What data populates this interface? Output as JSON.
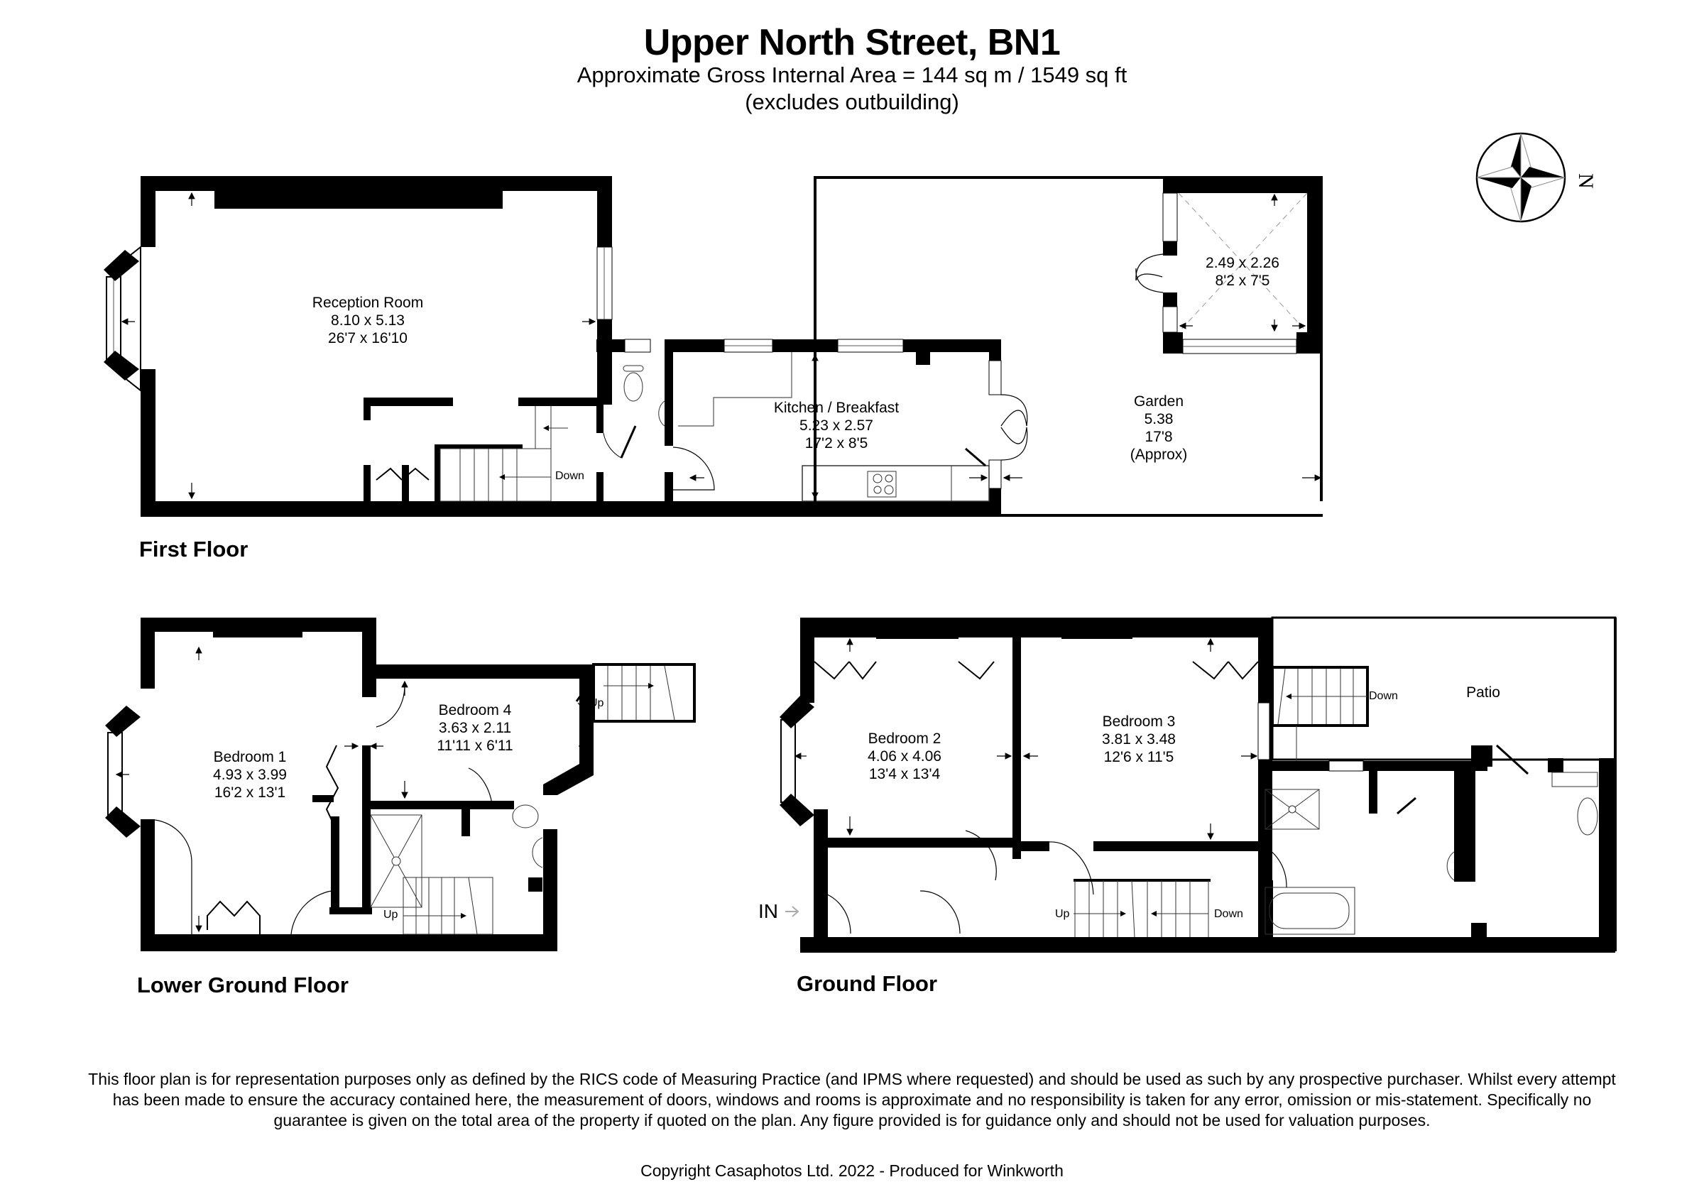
{
  "header": {
    "title": "Upper North Street, BN1",
    "area": "Approximate Gross Internal Area = 144 sq m / 1549 sq ft",
    "note": "(excludes outbuilding)"
  },
  "compass": {
    "icon": "compass-rose-icon",
    "label": "N"
  },
  "floors": {
    "first": {
      "label": "First Floor",
      "rooms": [
        {
          "name": "Reception Room",
          "metric": "8.10 x 5.13",
          "imperial": "26'7 x 16'10"
        },
        {
          "name": "Kitchen / Breakfast",
          "metric": "5.23 x 2.57",
          "imperial": "17'2 x 8'5"
        },
        {
          "name": "Garden",
          "metric": "5.38",
          "imperial": "17'8",
          "note": "(Approx)"
        },
        {
          "name": "",
          "metric": "2.49 x 2.26",
          "imperial": "8'2 x 7'5"
        }
      ],
      "stairs": [
        {
          "label": "Down"
        }
      ]
    },
    "lower_ground": {
      "label": "Lower Ground Floor",
      "rooms": [
        {
          "name": "Bedroom 1",
          "metric": "4.93 x 3.99",
          "imperial": "16'2 x 13'1"
        },
        {
          "name": "Bedroom 4",
          "metric": "3.63 x 2.11",
          "imperial": "11'11 x 6'11"
        }
      ],
      "stairs": [
        {
          "label": "Up"
        },
        {
          "label": "Up"
        }
      ]
    },
    "ground": {
      "label": "Ground Floor",
      "rooms": [
        {
          "name": "Bedroom 2",
          "metric": "4.06 x 4.06",
          "imperial": "13'4 x 13'4"
        },
        {
          "name": "Bedroom 3",
          "metric": "3.81 x 3.48",
          "imperial": "12'6 x 11'5"
        },
        {
          "name": "Patio"
        }
      ],
      "stairs": [
        {
          "label": "Down"
        },
        {
          "label": "Up"
        },
        {
          "label": "Down"
        }
      ],
      "entrance": {
        "label": "IN",
        "icon": "entrance-arrow-icon"
      }
    }
  },
  "footer": {
    "disclaimer": "This floor plan is for representation purposes only as defined by the RICS code of Measuring Practice (and IPMS where requested) and should be used as such by any prospective purchaser. Whilst every attempt has been made to ensure the accuracy contained here, the measurement of doors, windows and rooms is approximate and no responsibility is taken for any error, omission or mis-statement. Specifically no guarantee is given on the total area of the property if quoted on the plan. Any figure provided is for guidance only and should not be used for valuation purposes.",
    "copyright": "Copyright Casaphotos Ltd. 2022 - Produced for Winkworth"
  },
  "colors": {
    "wall": "#000000",
    "background": "#ffffff",
    "line": "#333333",
    "dash": "#999999"
  }
}
